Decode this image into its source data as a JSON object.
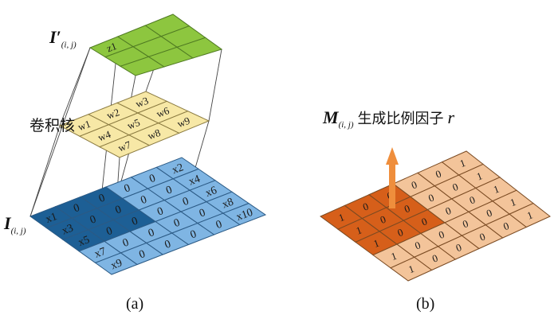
{
  "labels": {
    "i_prime": "I′",
    "i_prime_sub": "(i, j)",
    "i_label": "I",
    "i_sub": "(i, j)",
    "kernel": "卷积核",
    "m_label": "M",
    "m_sub": "(i, j)",
    "m_text": "生成比例因子",
    "m_r": "r",
    "caption_a": "(a)",
    "caption_b": "(b)"
  },
  "colors": {
    "output_green": "#8dc63f",
    "kernel_yellow": "#f7e8a6",
    "input_light": "#7fb5e3",
    "input_dark": "#1d5f95",
    "mask_light": "#f3c49a",
    "mask_dark": "#d65f1a",
    "arrow": "#ef8e3c"
  },
  "grids": {
    "output": [
      [
        "z1",
        "",
        ""
      ],
      [
        "",
        "",
        ""
      ],
      [
        "",
        "",
        ""
      ]
    ],
    "kernel": [
      [
        "w1",
        "w2",
        "w3"
      ],
      [
        "w4",
        "w5",
        "w6"
      ],
      [
        "w7",
        "w8",
        "w9"
      ]
    ],
    "input": [
      [
        "x1",
        "0",
        "0",
        "0",
        "0",
        "x2"
      ],
      [
        "x3",
        "0",
        "0",
        "0",
        "0",
        "x4"
      ],
      [
        "x5",
        "0",
        "0",
        "0",
        "0",
        "x6"
      ],
      [
        "x7",
        "0",
        "0",
        "0",
        "0",
        "x8"
      ],
      [
        "x9",
        "0",
        "0",
        "0",
        "0",
        "x10"
      ]
    ],
    "mask": [
      [
        "1",
        "0",
        "0",
        "0",
        "0",
        "1"
      ],
      [
        "1",
        "0",
        "0",
        "0",
        "0",
        "1"
      ],
      [
        "1",
        "0",
        "0",
        "0",
        "0",
        "1"
      ],
      [
        "1",
        "0",
        "0",
        "0",
        "0",
        "1"
      ],
      [
        "1",
        "0",
        "0",
        "0",
        "0",
        "1"
      ]
    ]
  }
}
